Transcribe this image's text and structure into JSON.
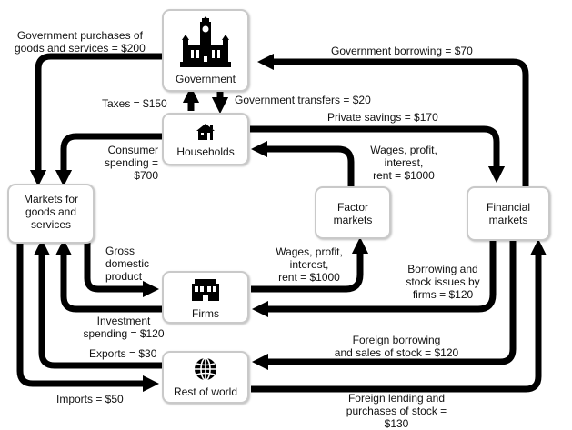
{
  "nodes": {
    "government": {
      "label": "Government",
      "icon": "parliament-icon"
    },
    "households": {
      "label": "Households",
      "icon": "house-icon"
    },
    "markets": {
      "label": "Markets for\ngoods and\nservices"
    },
    "factor": {
      "label": "Factor\nmarkets"
    },
    "financial": {
      "label": "Financial\nmarkets"
    },
    "firms": {
      "label": "Firms",
      "icon": "factory-icon"
    },
    "world": {
      "label": "Rest of world",
      "icon": "globe-icon"
    }
  },
  "flows": {
    "gov_purchases": "Government purchases of\ngoods and services = $200",
    "gov_borrowing": "Government borrowing = $70",
    "taxes": "Taxes = $150",
    "gov_transfers": "Government transfers = $20",
    "private_savings": "Private savings = $170",
    "consumer_spending": "Consumer\nspending = $700",
    "wages_households": "Wages, profit,\ninterest,\nrent = $1000",
    "gdp": "Gross\ndomestic\nproduct",
    "wages_firms": "Wages, profit,\ninterest,\nrent = $1000",
    "borrowing_stock": "Borrowing and\nstock issues by\nfirms = $120",
    "investment": "Investment\nspending = $120",
    "foreign_borrowing": "Foreign borrowing\nand sales of stock = $120",
    "exports": "Exports = $30",
    "imports": "Imports = $50",
    "foreign_lending": "Foreign lending and\npurchases of stock = $130"
  }
}
